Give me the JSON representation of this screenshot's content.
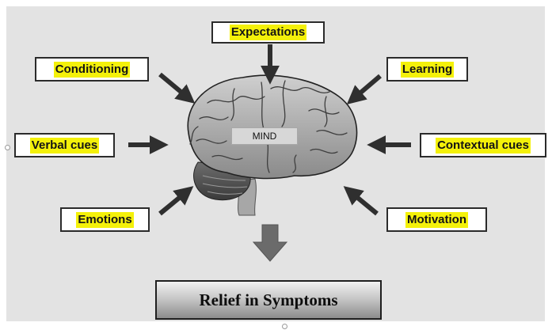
{
  "factors": {
    "expectations": "Expectations",
    "conditioning": "Conditioning",
    "learning": "Learning",
    "verbal_cues": "Verbal cues",
    "contextual_cues": "Contextual cues",
    "emotions": "Emotions",
    "motivation": "Motivation"
  },
  "center": {
    "label": "MIND"
  },
  "outcome": {
    "label": "Relief in Symptoms"
  },
  "colors": {
    "highlight": "#f4f10a",
    "arrow": "#2f2f2f",
    "outcome_arrow": "#6b6b6b",
    "background": "#e3e3e3"
  }
}
